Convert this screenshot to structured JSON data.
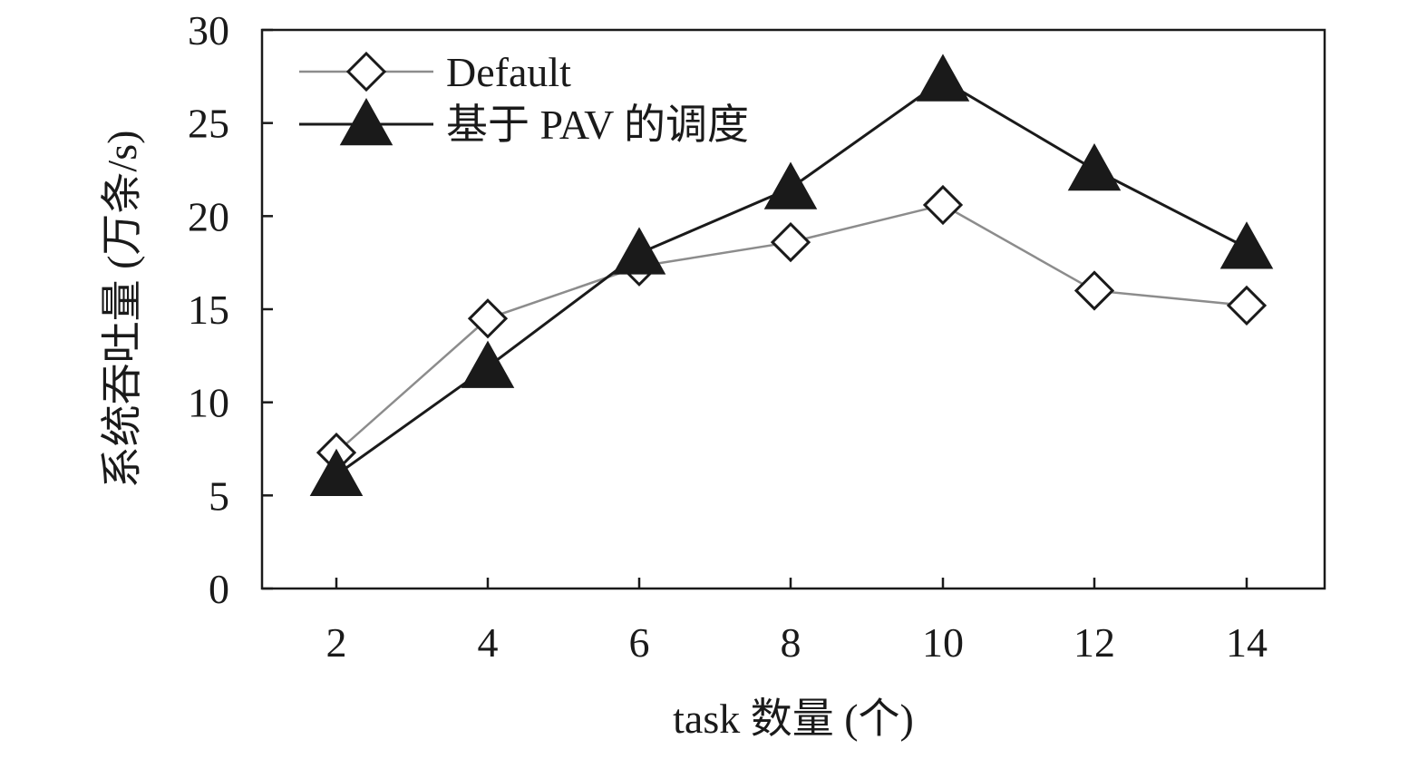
{
  "chart_data": {
    "type": "line",
    "title": "",
    "xlabel": "task 数量 (个)",
    "ylabel": "系统吞吐量 (万条/s)",
    "x": [
      2,
      4,
      6,
      8,
      10,
      12,
      14
    ],
    "x_ticks": [
      "2",
      "4",
      "6",
      "8",
      "10",
      "12",
      "14"
    ],
    "ylim": [
      0,
      30
    ],
    "y_ticks": [
      "0",
      "5",
      "10",
      "15",
      "20",
      "25",
      "30"
    ],
    "grid": false,
    "legend_position": "top-left",
    "series": [
      {
        "name": "Default",
        "marker": "open-diamond",
        "color": "#8c8c8c",
        "values": [
          7.3,
          14.5,
          17.3,
          18.6,
          20.6,
          16.0,
          15.2
        ]
      },
      {
        "name": "基于 PAV 的调度",
        "marker": "filled-triangle",
        "color": "#1a1a1a",
        "values": [
          6.1,
          11.9,
          18.0,
          21.5,
          27.3,
          22.5,
          18.3
        ]
      }
    ]
  }
}
